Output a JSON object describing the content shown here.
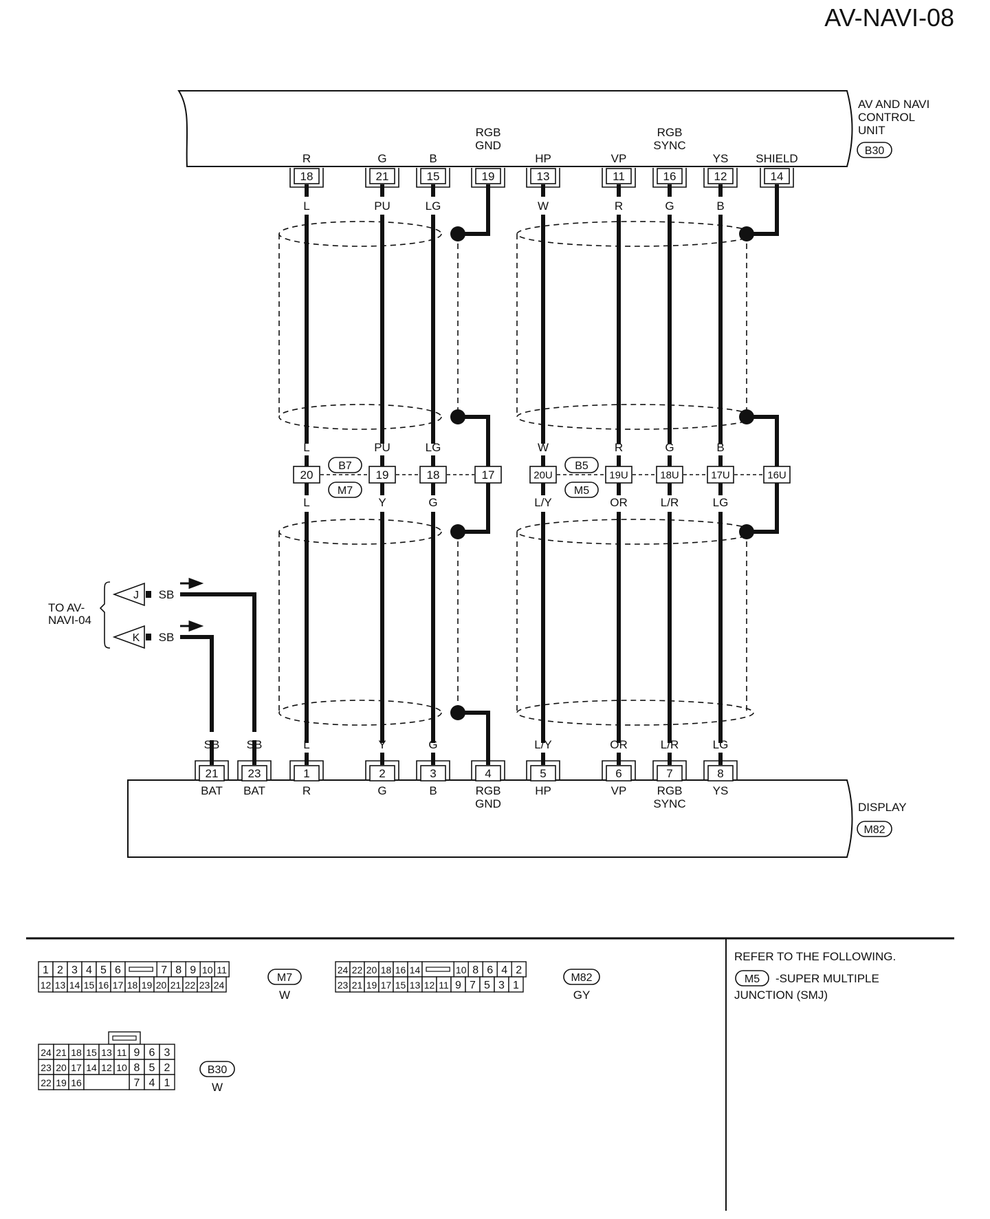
{
  "page_title": "AV-NAVI-08",
  "top_unit": {
    "name_lines": [
      "AV AND NAVI",
      "CONTROL",
      "UNIT"
    ],
    "connector": "B30"
  },
  "bottom_unit": {
    "name": "DISPLAY",
    "connector": "M82"
  },
  "top_pins": [
    {
      "label": [
        "R"
      ],
      "pin": "18",
      "wire_upper": "L"
    },
    {
      "label": [
        "G"
      ],
      "pin": "21",
      "wire_upper": "PU"
    },
    {
      "label": [
        "B"
      ],
      "pin": "15",
      "wire_upper": "LG"
    },
    {
      "label": [
        "RGB",
        "GND"
      ],
      "pin": "19",
      "wire_upper": ""
    },
    {
      "label": [
        "HP"
      ],
      "pin": "13",
      "wire_upper": "W"
    },
    {
      "label": [
        "VP"
      ],
      "pin": "11",
      "wire_upper": "R"
    },
    {
      "label": [
        "RGB",
        "SYNC"
      ],
      "pin": "16",
      "wire_upper": "G"
    },
    {
      "label": [
        "YS"
      ],
      "pin": "12",
      "wire_upper": "B"
    },
    {
      "label": [
        "SHIELD"
      ],
      "pin": "14",
      "wire_upper": ""
    }
  ],
  "junction": {
    "left_pair": [
      "B7",
      "M7"
    ],
    "right_pair": [
      "B5",
      "M5"
    ],
    "pins": [
      {
        "pin": "20",
        "wire_above": "L",
        "wire_below": "L"
      },
      {
        "pin": "19",
        "wire_above": "PU",
        "wire_below": "Y"
      },
      {
        "pin": "18",
        "wire_above": "LG",
        "wire_below": "G"
      },
      {
        "pin": "17",
        "wire_above": "",
        "wire_below": ""
      },
      {
        "pin": "20U",
        "wire_above": "W",
        "wire_below": "L/Y"
      },
      {
        "pin": "19U",
        "wire_above": "R",
        "wire_below": "OR"
      },
      {
        "pin": "18U",
        "wire_above": "G",
        "wire_below": "L/R"
      },
      {
        "pin": "17U",
        "wire_above": "B",
        "wire_below": "LG"
      },
      {
        "pin": "16U",
        "wire_above": "",
        "wire_below": ""
      }
    ]
  },
  "bottom_pins": [
    {
      "wire": "SB",
      "pin": "21",
      "label": [
        "BAT"
      ]
    },
    {
      "wire": "SB",
      "pin": "23",
      "label": [
        "BAT"
      ]
    },
    {
      "wire": "L",
      "pin": "1",
      "label": [
        "R"
      ]
    },
    {
      "wire": "Y",
      "pin": "2",
      "label": [
        "G"
      ]
    },
    {
      "wire": "G",
      "pin": "3",
      "label": [
        "B"
      ]
    },
    {
      "wire": "",
      "pin": "4",
      "label": [
        "RGB",
        "GND"
      ]
    },
    {
      "wire": "L/Y",
      "pin": "5",
      "label": [
        "HP"
      ]
    },
    {
      "wire": "OR",
      "pin": "6",
      "label": [
        "VP"
      ]
    },
    {
      "wire": "L/R",
      "pin": "7",
      "label": [
        "RGB",
        "SYNC"
      ]
    },
    {
      "wire": "LG",
      "pin": "8",
      "label": [
        "YS"
      ]
    }
  ],
  "offpage": {
    "label_lines": [
      "TO AV-",
      "NAVI-04"
    ],
    "refs": [
      {
        "letter": "J",
        "wire": "SB"
      },
      {
        "letter": "K",
        "wire": "SB"
      }
    ]
  },
  "connectors_legend": [
    {
      "name": "M7",
      "color": "W",
      "rows": [
        [
          "1",
          "2",
          "3",
          "4",
          "5",
          "6",
          "",
          "7",
          "8",
          "9",
          "10",
          "11"
        ],
        [
          "12",
          "13",
          "14",
          "15",
          "16",
          "17",
          "18",
          "19",
          "20",
          "21",
          "22",
          "23",
          "24"
        ]
      ]
    },
    {
      "name": "M82",
      "color": "GY",
      "rows": [
        [
          "24",
          "22",
          "20",
          "18",
          "16",
          "14",
          "",
          "10",
          "8",
          "6",
          "4",
          "2"
        ],
        [
          "23",
          "21",
          "19",
          "17",
          "15",
          "13",
          "12",
          "11",
          "9",
          "7",
          "5",
          "3",
          "1"
        ]
      ]
    },
    {
      "name": "B30",
      "color": "W",
      "rows": [
        [
          "24",
          "21",
          "18",
          "15",
          "13",
          "11",
          "9",
          "6",
          "3"
        ],
        [
          "23",
          "20",
          "17",
          "14",
          "12",
          "10",
          "8",
          "5",
          "2"
        ],
        [
          "22",
          "19",
          "16",
          "7",
          "4",
          "1"
        ]
      ]
    }
  ],
  "note": {
    "line1": "REFER TO THE FOLLOWING.",
    "ref": "M5",
    "line2": "-SUPER MULTIPLE",
    "line3": "JUNCTION (SMJ)"
  }
}
